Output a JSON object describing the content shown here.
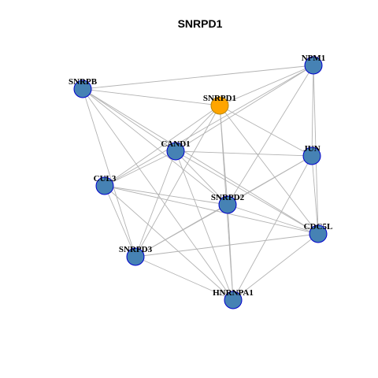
{
  "title": "SNRPD1",
  "colors": {
    "focus_node": "#FFA500",
    "node": "#4682B4",
    "node_border": "#0000CD",
    "edge": "#B3B3B3",
    "background": "#FFFFFF"
  },
  "focus": "SNRPD1",
  "nodes": [
    {
      "id": "NPM1",
      "label": "NPM1"
    },
    {
      "id": "SNRPB",
      "label": "SNRPB"
    },
    {
      "id": "SNRPD1",
      "label": "SNRPD1"
    },
    {
      "id": "CAND1",
      "label": "CAND1"
    },
    {
      "id": "JUN",
      "label": "JUN"
    },
    {
      "id": "CUL3",
      "label": "CUL3"
    },
    {
      "id": "SNRPD2",
      "label": "SNRPD2"
    },
    {
      "id": "CDC5L",
      "label": "CDC5L"
    },
    {
      "id": "SNRPD3",
      "label": "SNRPD3"
    },
    {
      "id": "HNRNPA1",
      "label": "HNRNPA1"
    }
  ],
  "edges": [
    [
      "SNRPB",
      "SNRPD1"
    ],
    [
      "SNRPB",
      "NPM1"
    ],
    [
      "SNRPB",
      "SNRPD2"
    ],
    [
      "SNRPB",
      "CDC5L"
    ],
    [
      "SNRPB",
      "SNRPD3"
    ],
    [
      "SNRPB",
      "HNRNPA1"
    ],
    [
      "SNRPB",
      "CAND1"
    ],
    [
      "NPM1",
      "SNRPD1"
    ],
    [
      "NPM1",
      "CAND1"
    ],
    [
      "NPM1",
      "CUL3"
    ],
    [
      "NPM1",
      "JUN"
    ],
    [
      "NPM1",
      "CDC5L"
    ],
    [
      "NPM1",
      "SNRPD2"
    ],
    [
      "SNRPD1",
      "CAND1"
    ],
    [
      "SNRPD1",
      "CUL3"
    ],
    [
      "SNRPD1",
      "JUN"
    ],
    [
      "SNRPD1",
      "SNRPD2"
    ],
    [
      "SNRPD1",
      "SNRPD3"
    ],
    [
      "SNRPD1",
      "HNRNPA1"
    ],
    [
      "SNRPD1",
      "CDC5L"
    ],
    [
      "CAND1",
      "CUL3"
    ],
    [
      "CAND1",
      "JUN"
    ],
    [
      "CAND1",
      "SNRPD2"
    ],
    [
      "CAND1",
      "CDC5L"
    ],
    [
      "CAND1",
      "SNRPD3"
    ],
    [
      "CAND1",
      "HNRNPA1"
    ],
    [
      "JUN",
      "SNRPD2"
    ],
    [
      "JUN",
      "CDC5L"
    ],
    [
      "JUN",
      "SNRPD3"
    ],
    [
      "JUN",
      "HNRNPA1"
    ],
    [
      "CUL3",
      "SNRPD2"
    ],
    [
      "CUL3",
      "CDC5L"
    ],
    [
      "CUL3",
      "SNRPD3"
    ],
    [
      "CUL3",
      "HNRNPA1"
    ],
    [
      "SNRPD2",
      "CDC5L"
    ],
    [
      "SNRPD2",
      "SNRPD3"
    ],
    [
      "SNRPD2",
      "HNRNPA1"
    ],
    [
      "CDC5L",
      "SNRPD3"
    ],
    [
      "CDC5L",
      "HNRNPA1"
    ],
    [
      "SNRPD3",
      "HNRNPA1"
    ]
  ]
}
